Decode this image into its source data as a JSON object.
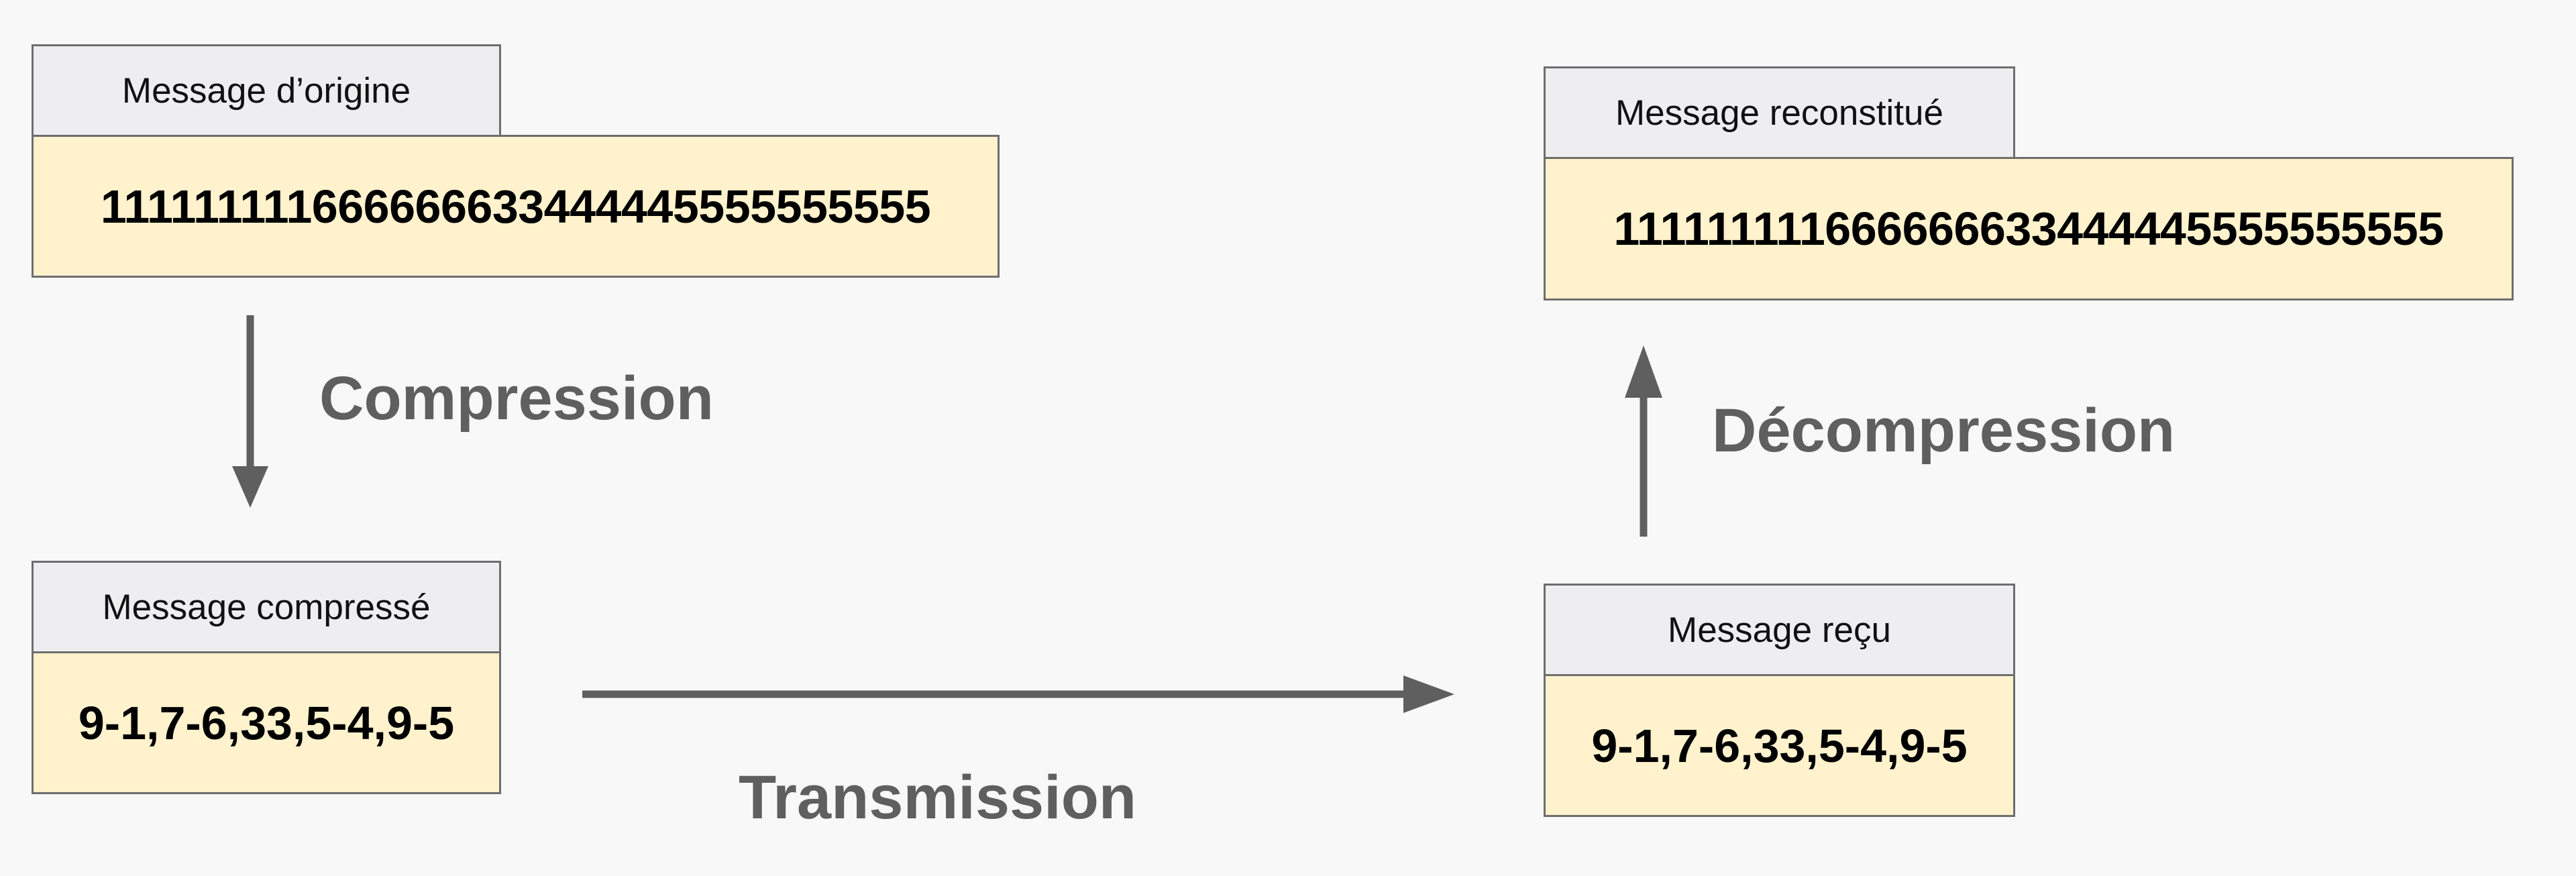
{
  "colors": {
    "background": "#f8f8f8",
    "tab_fill": "#eeedf0",
    "body_fill": "#fff2cc",
    "border": "#6e6e6e",
    "arrow": "#5f5f60",
    "label": "#5f5f60"
  },
  "boxes": {
    "original": {
      "title": "Message d’origine",
      "content": "111111111666666633444445555555555"
    },
    "compressed": {
      "title": "Message compressé",
      "content": "9-1,7-6,33,5-4,9-5"
    },
    "received": {
      "title": "Message reçu",
      "content": "9-1,7-6,33,5-4,9-5"
    },
    "reconstructed": {
      "title": "Message reconstitué",
      "content": "111111111666666633444445555555555"
    }
  },
  "steps": {
    "compression": "Compression",
    "transmission": "Transmission",
    "decompression": "Décompression"
  }
}
